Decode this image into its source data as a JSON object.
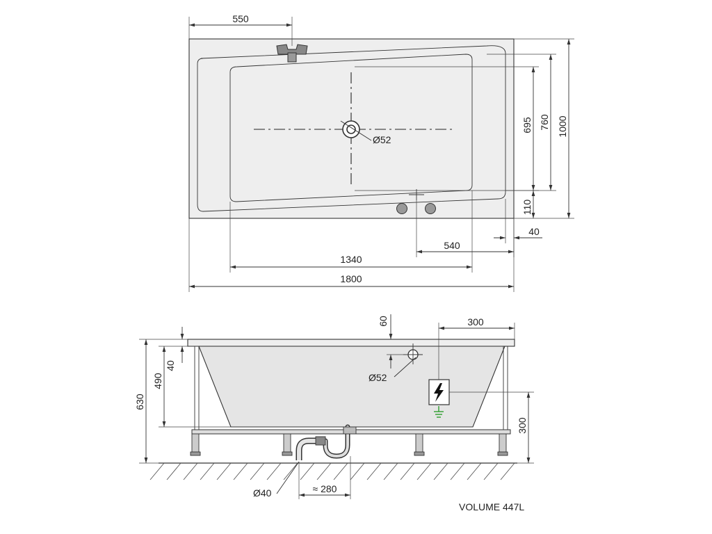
{
  "plan_view": {
    "dim_tap_offset": "550",
    "dim_length": "1800",
    "dim_inner_length": "1340",
    "dim_overflow_offset": "540",
    "dim_drain": "Ø52",
    "dim_inner_width": "695",
    "dim_mid_width": "760",
    "dim_width": "1000",
    "dim_bottom_offset": "110",
    "dim_rim": "40"
  },
  "side_view": {
    "dim_overflow_depth": "60",
    "dim_panel_offset": "300",
    "dim_overflow_hole": "Ø52",
    "dim_rim_height": "40",
    "dim_inner_depth": "490",
    "dim_total_height": "630",
    "dim_leg_height": "300",
    "dim_waste": "Ø40",
    "dim_waste_offset": "≈ 280"
  },
  "volume_label": "VOLUME 447L",
  "colors": {
    "line": "#333333",
    "tub_fill": "#eeeeee",
    "basin_fill": "#e5e5e5",
    "tap": "#888888",
    "earth_symbol": "#2e9e2e"
  }
}
